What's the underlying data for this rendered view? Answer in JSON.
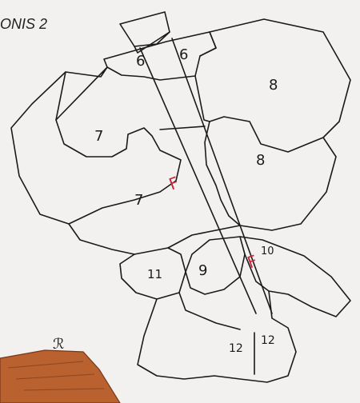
{
  "header": {
    "title": "ONIS 2"
  },
  "diagram": {
    "colors": {
      "ink": "#1a1a1a",
      "marker": "#c8283a",
      "wood": "#b9612f",
      "wood_dark": "#7a3518"
    },
    "pieces": [
      {
        "id": "6a",
        "label": "6"
      },
      {
        "id": "6b",
        "label": "6"
      },
      {
        "id": "8a",
        "label": "8"
      },
      {
        "id": "8b",
        "label": "8"
      },
      {
        "id": "7a",
        "label": "7"
      },
      {
        "id": "7b",
        "label": "7"
      },
      {
        "id": "11",
        "label": "11"
      },
      {
        "id": "9",
        "label": "9"
      },
      {
        "id": "10",
        "label": "10"
      },
      {
        "id": "12a",
        "label": "12"
      },
      {
        "id": "12b",
        "label": "12"
      }
    ],
    "markers": {
      "front_a": "F",
      "front_b": "F"
    },
    "small_symbol": "ℛ"
  }
}
